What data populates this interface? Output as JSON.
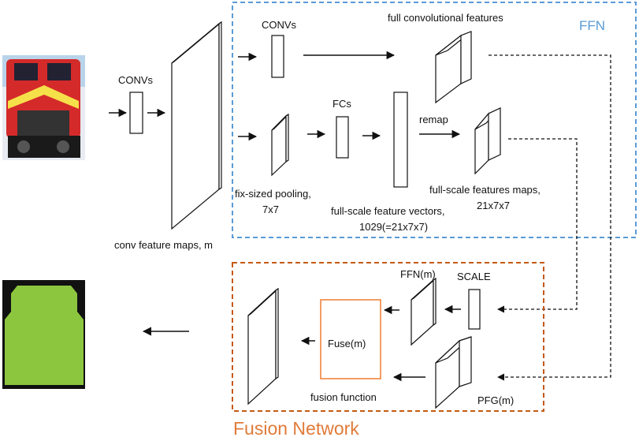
{
  "labels": {
    "convs_left": "CONVs",
    "convs_top": "CONVs",
    "full_conv_features": "full convolutional features",
    "ffn_title": "FFN",
    "fcs": "FCs",
    "remap": "remap",
    "fix_sized_pooling": "fix-sized pooling,",
    "fix_sized_pooling_dims": "7x7",
    "full_scale_vectors": "full-scale feature vectors,",
    "full_scale_vectors_dims": "1029(=21x7x7)",
    "full_scale_maps": "full-scale features maps,",
    "full_scale_maps_dims": "21x7x7",
    "conv_feature_maps": "conv feature maps, m",
    "ffn_m": "FFN(m)",
    "scale": "SCALE",
    "fuse_m": "Fuse(m)",
    "fusion_function": "fusion function",
    "pfg_m": "PFG(m)",
    "fusion_title": "Fusion Network"
  },
  "colors": {
    "ffn_box": "#5b9bd5",
    "fusion_box": "#c55a11",
    "fuse_box": "#ed7d31",
    "fusion_title": "#e07b39",
    "mask_green": "#8cc63f",
    "mask_bg": "#111111",
    "train_red": "#d42a2a"
  },
  "icons": {
    "input_image": "locomotive-photo",
    "output_image": "segmentation-mask"
  }
}
